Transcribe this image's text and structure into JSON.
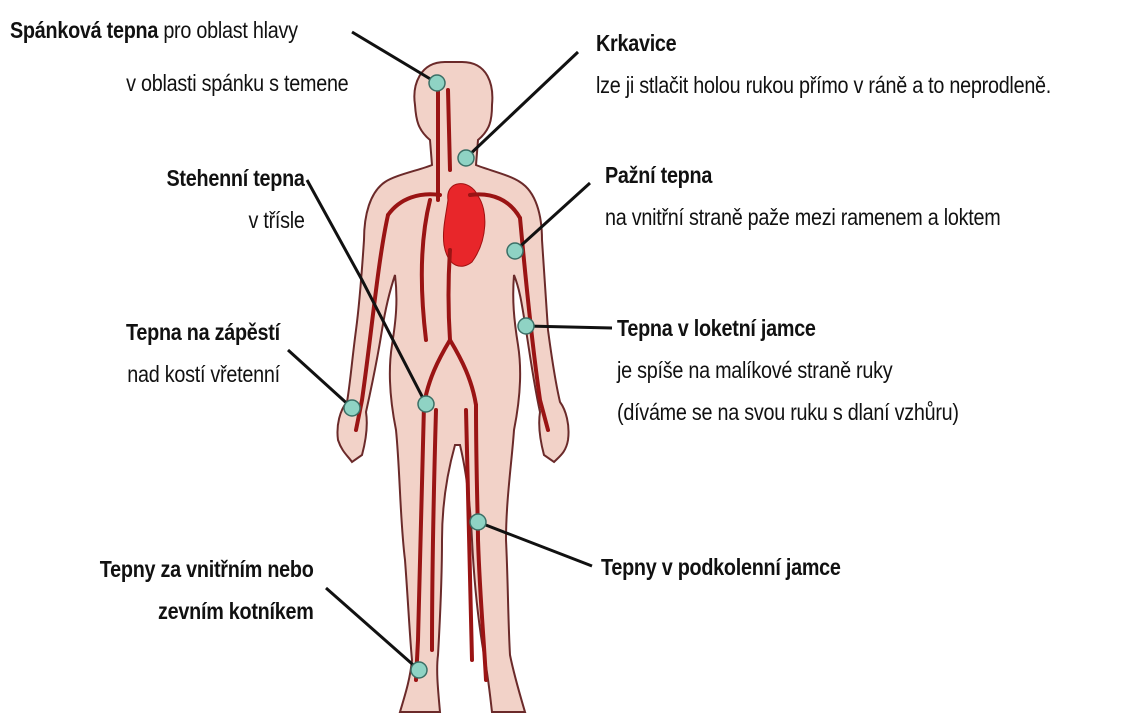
{
  "labels": {
    "temporal": {
      "title": "Spánková tepna",
      "rest": " pro oblast hlavy",
      "line2": "v oblasti spánku s temene"
    },
    "carotid": {
      "title": "Krkavice",
      "line2": "lze ji stlačit holou rukou přímo v ráně a to neprodleně."
    },
    "femoral": {
      "title": "Stehenní tepna",
      "line2": "v třísle"
    },
    "brachial": {
      "title": "Pažní tepna",
      "line2": "na vnitřní straně paže mezi ramenem a loktem"
    },
    "wrist": {
      "title": "Tepna na zápěstí",
      "line2": "nad kostí vřetenní"
    },
    "elbow": {
      "title": "Tepna v loketní jamce",
      "line2": "je spíše na malíkové straně ruky",
      "line3": "(díváme se na svou ruku s dlaní vzhůru)"
    },
    "popliteal": {
      "title": "Tepny v podkolenní jamce"
    },
    "ankle": {
      "title": "Tepny za vnitřním nebo",
      "line2": "zevním kotníkem"
    }
  },
  "colors": {
    "skin": "#f2d2c8",
    "outline": "#6b2a2a",
    "artery": "#9a1414",
    "heart": "#e8262a",
    "point": "#8fd3c4"
  }
}
